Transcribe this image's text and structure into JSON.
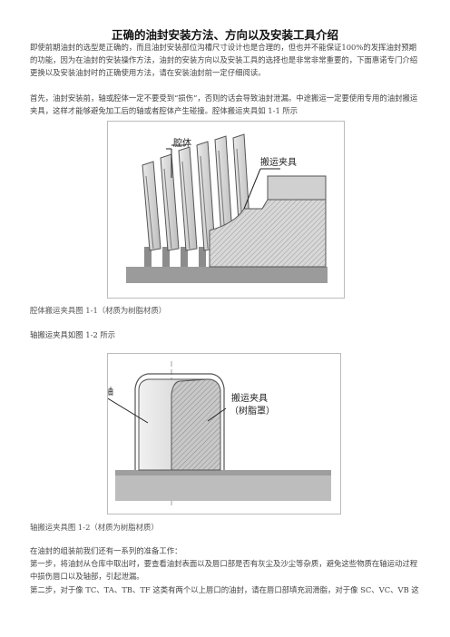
{
  "title": "正确的油封安装方法、方向以及安装工具介绍",
  "intro": "即使前期油封的选型是正确的，而且油封安装部位沟槽尺寸设计也是合理的，但也并不能保证100%的发挥油封预期的功能，因为在油封的安装操作方法，油封的安装方向以及安装工具的选择也是非常非常重要的，下面惠诺专门介绍更换以及安装油封时的正确使用方法，请在安装油封前一定仔细阅读。",
  "para1": "首先，油封安装前，轴或腔体一定不要受到“损伤”，否则的话会导致油封泄漏。中途搬运一定要使用专用的油封搬运夹具，这样才能够避免加工后的轴或者腔体产生碰撞。腔体搬运夹具如 1-1 所示",
  "fig1": {
    "label_body": "腔体",
    "label_tool": "搬运夹具",
    "caption": "腔体搬运夹具图 1-1（材质为树脂材质）"
  },
  "para2": "轴搬运夹具如图 1-2 所示",
  "fig2": {
    "label_shaft": "轴",
    "label_tool_1": "搬运夹具",
    "label_tool_2": "（树脂罩）",
    "caption": "轴搬运夹具图 1-2（材质为树脂材质）"
  },
  "steps_intro": "在油封的组装前我们还有一系列的准备工作：",
  "step1": "第一步，将油封从仓库中取出时，要查看油封表面以及唇口部是否有灰尘及沙尘等杂质，避免这些物质在轴运动过程中损伤唇口以及轴部，引起泄漏。",
  "step2": "第二步，对于像 TC、TA、TB、TF 这类有两个以上唇口的油封，请在唇口部填充润滑脂，对于像 SC、VC、VB 这"
}
